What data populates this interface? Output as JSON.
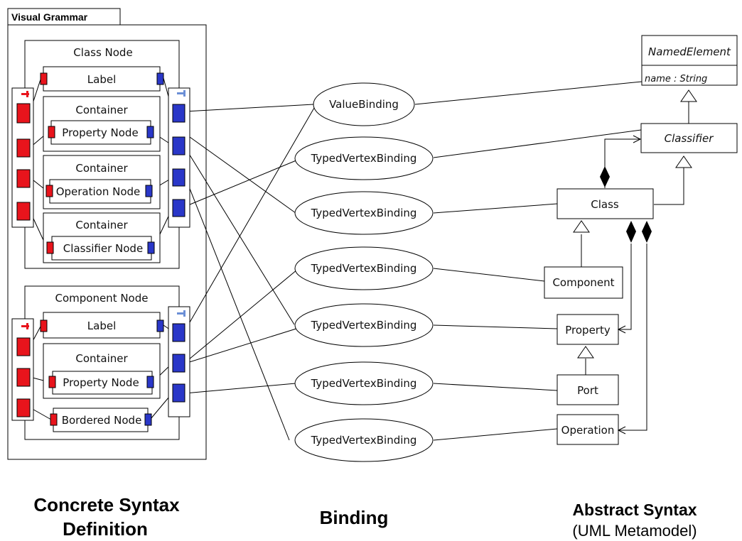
{
  "concrete": {
    "panel_title": "Visual Grammar",
    "class_node": {
      "title": "Class Node",
      "label": "Label",
      "containers": [
        {
          "title": "Container",
          "child": "Property Node"
        },
        {
          "title": "Container",
          "child": "Operation Node"
        },
        {
          "title": "Container",
          "child": "Classifier Node"
        }
      ]
    },
    "component_node": {
      "title": "Component Node",
      "label": "Label",
      "container": {
        "title": "Container",
        "child": "Property Node"
      },
      "bordered": "Bordered Node"
    }
  },
  "binding": {
    "value_binding": "ValueBinding",
    "typed_vertex_bindings": [
      "TypedVertexBinding",
      "TypedVertexBinding",
      "TypedVertexBinding",
      "TypedVertexBinding",
      "TypedVertexBinding",
      "TypedVertexBinding"
    ]
  },
  "abstract": {
    "named_element": {
      "name": "NamedElement",
      "attribute": "name : String"
    },
    "classifier": "Classifier",
    "class": "Class",
    "component": "Component",
    "property": "Property",
    "port": "Port",
    "operation": "Operation"
  },
  "captions": {
    "concrete_line1": "Concrete Syntax",
    "concrete_line2": "Definition",
    "binding": "Binding",
    "abstract_line1": "Abstract Syntax",
    "abstract_line2": "(UML Metamodel)"
  },
  "colors": {
    "red_port": "#e8141c",
    "blue_port": "#2a37c8",
    "key_icon": "#6b8fd6",
    "line": "#000000"
  }
}
